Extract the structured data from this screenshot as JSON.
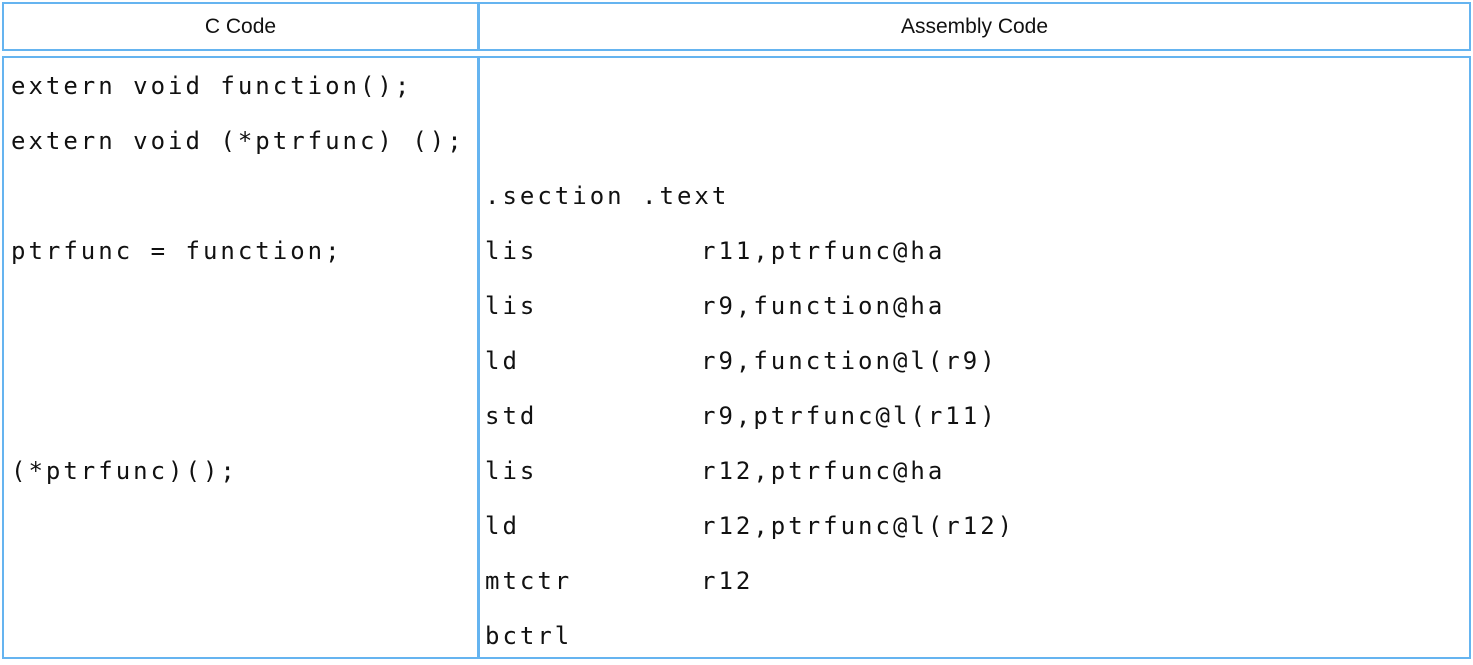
{
  "colors": {
    "border_blue": "#65b4f0",
    "text": "#111111",
    "background": "#ffffff"
  },
  "table": {
    "header": {
      "left": "C Code",
      "right": "Assembly Code"
    },
    "c_code_lines": [
      "extern void function();",
      "extern void (*ptrfunc) ();",
      "",
      "ptrfunc = function;",
      "",
      "",
      "",
      "(*ptrfunc)();",
      "",
      "",
      ""
    ],
    "assembly_lines": [
      {
        "op": "",
        "args": ""
      },
      {
        "op": "",
        "args": ""
      },
      {
        "op": ".section .text",
        "args": ""
      },
      {
        "op": "lis",
        "args": "r11,ptrfunc@ha"
      },
      {
        "op": "lis",
        "args": "r9,function@ha"
      },
      {
        "op": "ld",
        "args": "r9,function@l(r9)"
      },
      {
        "op": "std",
        "args": "r9,ptrfunc@l(r11)"
      },
      {
        "op": "lis",
        "args": "r12,ptrfunc@ha"
      },
      {
        "op": "ld",
        "args": "r12,ptrfunc@l(r12)"
      },
      {
        "op": "mtctr",
        "args": "r12"
      },
      {
        "op": "bctrl",
        "args": ""
      }
    ]
  }
}
